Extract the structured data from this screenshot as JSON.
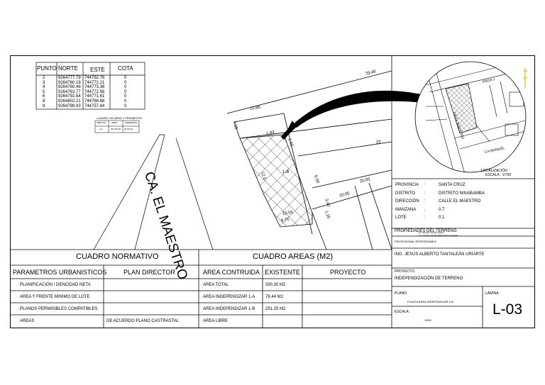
{
  "coords_table": {
    "headers": [
      "PUNTO",
      "NORTE",
      "ESTE",
      "COTA"
    ],
    "rows": [
      [
        "2",
        "9264777.79",
        "744762.76",
        "0"
      ],
      [
        "3",
        "9264760.18",
        "744772.21",
        "0"
      ],
      [
        "4",
        "9264760.46",
        "744773.36",
        "0"
      ],
      [
        "5",
        "9264763.77",
        "744772.56",
        "0"
      ],
      [
        "6",
        "9264792.54",
        "744771.61",
        "0"
      ],
      [
        "8",
        "9264802.21",
        "744768.68",
        "0"
      ],
      [
        "9",
        "9264798.93",
        "744757.84",
        "0"
      ]
    ]
  },
  "small_table": {
    "title": "CUADRO DE AREA Y PERIMETRO",
    "headers": [
      "VERTICE",
      "AREA",
      "PERIMETRO"
    ],
    "row": [
      "1-A",
      "251.25 M2",
      "64.93 ML"
    ]
  },
  "plan": {
    "street_name": "CA. EL MAESTRO",
    "dims": {
      "top": "29.45",
      "left_top": "10.86",
      "left_side": "7.20",
      "d1": "1.93",
      "mid": "23",
      "right_side": "6.50",
      "d2": "20.05",
      "d3": "10.05",
      "d4": "3.40",
      "d5": "10.55",
      "d6": "9.75",
      "d7": "1.20",
      "d8": "1.42",
      "d9": "12.5"
    },
    "lot_label": "1-B"
  },
  "location": {
    "label": "LOCALIZACIÓN",
    "scale": "ESCALA : 1/750",
    "street1": "PROA 1",
    "street2": "CA EL MAESTRO",
    "street3": "CA MANUEL"
  },
  "info": {
    "items": [
      {
        "key": "PROVINCIA",
        "value": "SANTA CRUZ"
      },
      {
        "key": "DISTRITO",
        "value": "DISTRITO NINABAMBA"
      },
      {
        "key": "DIRECCIÓN",
        "value": "CALLE EL MAESTRO"
      },
      {
        "key": "MANZANA",
        "value": "0.7"
      },
      {
        "key": "LOTE",
        "value": "0.1"
      }
    ],
    "owners_title": "PROPIEDADES DEL TERRENO",
    "owner1": "Sr. Herlindo Vargas Gálvez",
    "owner2": "Sr. Gustavo Vargas Maldonado de Vargas",
    "responsible_title": "PROFESIONAL RESPONSABLE",
    "engineer": "ING. JESÚS ALBERTO TANTALEÁN URIARTE",
    "project_title": "PROYECTO",
    "project": "INDEPENDIZACIÓN DE TERRENO",
    "plan_title": "PLANO:",
    "plan_name": "PLANTA AREA INDEPENDIZAR  1-B",
    "lamina_title": "LÁMINA:",
    "plan_code": "L-03",
    "scale_title": "ESCALA:",
    "scale_value": "1/500"
  },
  "normative": {
    "title": "CUADRO NORMATIVO",
    "col1": "PARAMETROS URBANISTICOS",
    "col2": "PLAN DIRECTOR",
    "rows": [
      {
        "param": "PLANIFICACIÓN / DENCIDAD NETA",
        "value": ""
      },
      {
        "param": "AREA Y FRENTE MINIMO DE LOTE",
        "value": ""
      },
      {
        "param": "PLANOS PERMISIBLES COMPATIBLES",
        "value": ""
      },
      {
        "param": "AREAS",
        "value": "DE ACUERDO  PLANO CASTRASTAL"
      }
    ]
  },
  "areas": {
    "title": "CUADRO AREAS (M2)",
    "col1": "AREA CONTRUIDA",
    "col2": "EXISTENTE",
    "col3": "PROYECTO",
    "rows": [
      {
        "name": "AREA TOTAL",
        "existing": "330.30 M2",
        "project": ""
      },
      {
        "name": "AREA  INDEPENDIZAR 1-A",
        "existing": "78.44 M2",
        "project": ""
      },
      {
        "name": "AREA INDEPENDIZAR 1-B",
        "existing": "251.25 M2",
        "project": ""
      },
      {
        "name": "AREA LIBRE",
        "existing": "",
        "project": ""
      }
    ]
  }
}
